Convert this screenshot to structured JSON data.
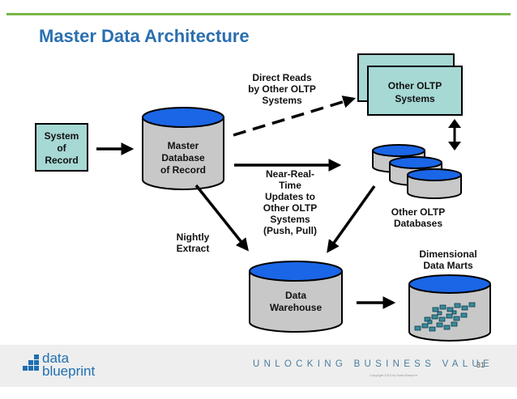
{
  "slide": {
    "title": "Master Data Architecture",
    "page_number": "31"
  },
  "colors": {
    "title": "#2a6fb0",
    "accent_rule": "#7ab648",
    "cylinder_top": "#1a66e6",
    "cylinder_body": "#c8c8c8",
    "system_box": "#a6d8d4",
    "tagline": "#4a7e9e"
  },
  "diagram": {
    "system_of_record": [
      "System",
      "of",
      "Record"
    ],
    "master_db": [
      "Master",
      "Database",
      "of Record"
    ],
    "direct_reads": [
      "Direct Reads",
      "by Other OLTP",
      "Systems"
    ],
    "other_oltp_systems": [
      "Other OLTP",
      "Systems"
    ],
    "near_real_time": [
      "Near-Real-",
      "Time",
      "Updates to",
      "Other OLTP",
      "Systems",
      "(Push, Pull)"
    ],
    "other_oltp_databases": [
      "Other OLTP",
      "Databases"
    ],
    "nightly_extract": [
      "Nightly",
      "Extract"
    ],
    "data_warehouse": [
      "Data",
      "Warehouse"
    ],
    "dimensional_marts": [
      "Dimensional",
      "Data Marts"
    ]
  },
  "footer": {
    "logo_top": "data",
    "logo_bottom": "blueprint",
    "tagline": "UNLOCKING BUSINESS VALUE",
    "copyright": "Copyright 2013 by Data Blueprint"
  }
}
